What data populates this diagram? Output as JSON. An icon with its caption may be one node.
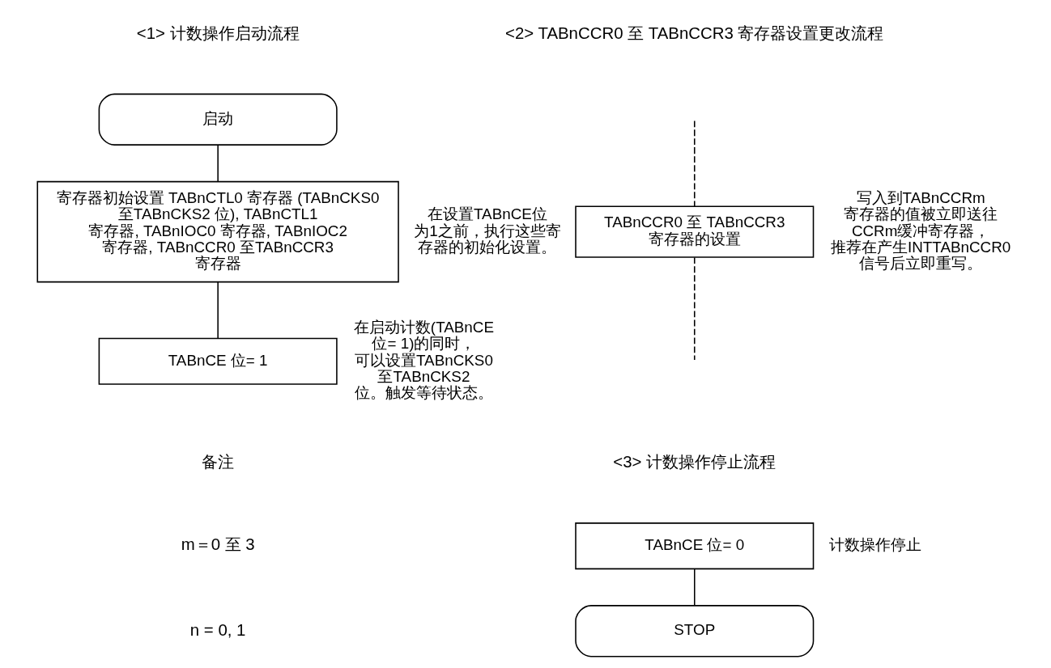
{
  "diagram": {
    "nodes": [
      {
        "text": [
          "启动"
        ]
      },
      {
        "text": [
          "寄存器初始设置 TABnCTL0 寄存器 (TABnCKS0 至TABnCKS2 位), TABnCTL1 寄存器, TABnIOC0 寄存器, TABnIOC2 寄存器, TABnCCR0 至TABnCCR3 寄存器"
        ],
        "beside": [
          "在设置TABnCE位为1之前，执行这些寄存器的初始化设置。"
        ]
      },
      {
        "text": [
          "TABnCE 位= 1"
        ],
        "beside": [
          "在启动计数(TABnCE 位= 1)的同时，可以设置TABnCKS0 至TABnCKS2 位。触发等待状态。"
        ]
      },
      {
        "text": [
          "TABnCCR0 至 TABnCCR3 寄存器的设置"
        ],
        "beside": [
          "写入到TABnCCRm寄存器的值被立即送往CCRm缓冲寄存器，推荐在产生INTTABnCCR0信号后立即重写。"
        ]
      },
      {
        "text": [
          "TABnCE 位= 0"
        ],
        "beside": [
          "计数操作停止"
        ]
      },
      {
        "text": [
          "STOP"
        ]
      }
    ],
    "edges": [
      {
        "from": 0,
        "to": 1,
        "arrow": "none"
      },
      {
        "from": 1,
        "to": 2,
        "arrow": "none"
      },
      {
        "from": null,
        "to": 3,
        "arrow": "none",
        "style": "dashed"
      },
      {
        "from": 3,
        "to": null,
        "arrow": "none",
        "style": "dashed"
      },
      {
        "from": 4,
        "to": 5,
        "arrow": "none"
      }
    ],
    "labels": [
      "<1> 计数操作启动流程",
      "<2> TABnCCR0 至 TABnCCR3 寄存器设置更改流程",
      "<3> 计数操作停止流程",
      "备注",
      "m＝0 至 3",
      "n = 0, 1"
    ]
  }
}
